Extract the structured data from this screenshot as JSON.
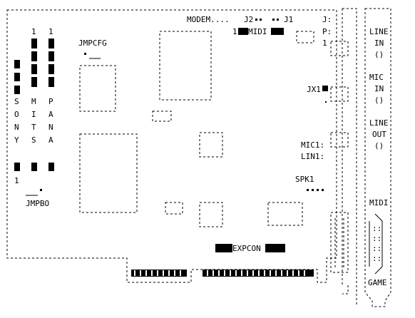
{
  "board": {
    "vert_connectors": [
      {
        "id": "sony",
        "top": "",
        "letters": [
          "S",
          "O",
          "N",
          "Y"
        ],
        "bottom": "1"
      },
      {
        "id": "mitsumi",
        "top": "1",
        "letters": [
          "M",
          "I",
          "T",
          "S"
        ],
        "bottom": ""
      },
      {
        "id": "panasonic",
        "top": "1",
        "letters": [
          "P",
          "A",
          "N",
          "A"
        ],
        "bottom": ""
      }
    ],
    "jmpcfg_label": "JMPCFG",
    "jmpbo_label": "JMPBO",
    "modem_label": "MODEM....",
    "j2_label": "J2",
    "j1_label": "J1",
    "midi_header_num": "1",
    "midi_header_label": "MIDI",
    "j_label": "J:",
    "p_label": "P:",
    "one_label": "1",
    "jx1_label": "JX1",
    "mic1_label": "MIC1:",
    "lin1_label": "LIN1:",
    "spk1_label": "SPK1",
    "expcon_label": "EXPCON"
  },
  "bracket": {
    "line_in": [
      "LINE",
      "IN",
      "()"
    ],
    "mic_in": [
      "MIC",
      "IN",
      "()"
    ],
    "line_out": [
      "LINE",
      "OUT",
      "()"
    ],
    "midi": "MIDI",
    "game": "GAME"
  }
}
